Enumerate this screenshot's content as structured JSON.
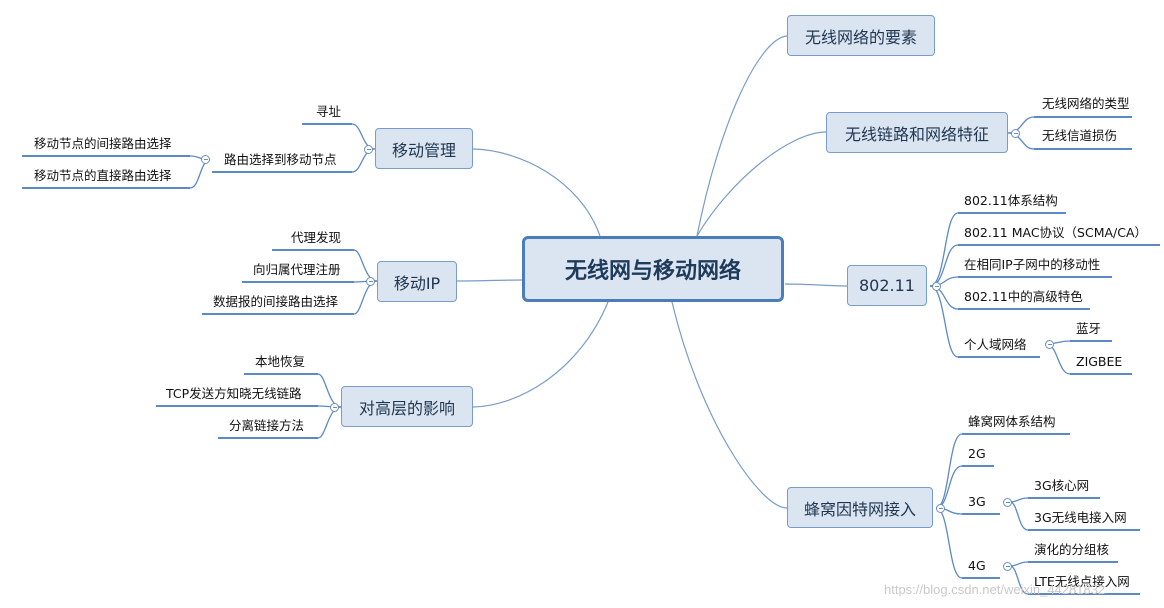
{
  "center": "无线网与移动网络",
  "right": {
    "elements": "无线网络的要素",
    "link_features": {
      "label": "无线链路和网络特征",
      "children": [
        "无线网络的类型",
        "无线信道损伤"
      ]
    },
    "wifi": {
      "label": "802.11",
      "children": [
        "802.11体系结构",
        "802.11 MAC协议（SCMA/CA）",
        "在相同IP子网中的移动性",
        "802.11中的高级特色"
      ],
      "pan": {
        "label": "个人域网络",
        "children": [
          "蓝牙",
          "ZIGBEE"
        ]
      }
    },
    "cellular": {
      "label": "蜂窝因特网接入",
      "arch": "蜂窝网体系结构",
      "g2": "2G",
      "g3": {
        "label": "3G",
        "children": [
          "3G核心网",
          "3G无线电接入网"
        ]
      },
      "g4": {
        "label": "4G",
        "children": [
          "演化的分组核",
          "LTE无线点接入网"
        ]
      }
    }
  },
  "left": {
    "mobility_mgmt": {
      "label": "移动管理",
      "addressing": "寻址",
      "routing": {
        "label": "路由选择到移动节点",
        "children": [
          "移动节点的间接路由选择",
          "移动节点的直接路由选择"
        ]
      }
    },
    "mobile_ip": {
      "label": "移动IP",
      "children": [
        "代理发现",
        "向归属代理注册",
        "数据报的间接路由选择"
      ]
    },
    "upper_layers": {
      "label": "对高层的影响",
      "children": [
        "本地恢复",
        "TCP发送方知晓无线链路",
        "分离链接方法"
      ]
    }
  },
  "watermark": "https://blog.csdn.net/weixin_44281832"
}
